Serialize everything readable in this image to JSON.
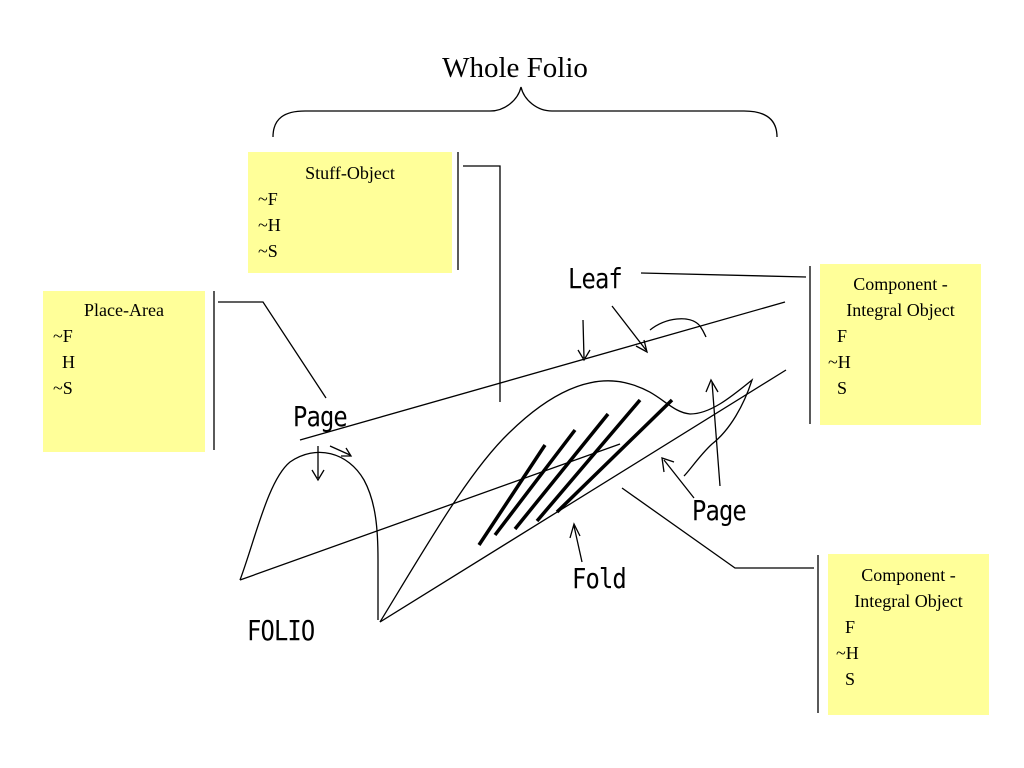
{
  "title": "Whole Folio",
  "boxes": {
    "stuff_object": {
      "heading": "Stuff-Object",
      "lines": [
        "~F",
        "~H",
        "~S"
      ]
    },
    "place_area": {
      "heading": "Place-Area",
      "lines": [
        "~F",
        "  H",
        "~S"
      ]
    },
    "component_leaf": {
      "heading_lines": [
        "Component -",
        "Integral Object"
      ],
      "lines": [
        "  F",
        "~H",
        "  S"
      ]
    },
    "component_page": {
      "heading_lines": [
        "Component -",
        "Integral Object"
      ],
      "lines": [
        "  F",
        "~H",
        "  S"
      ]
    }
  },
  "labels": {
    "leaf": "Leaf",
    "page_left": "Page",
    "page_right": "Page",
    "fold": "Fold",
    "folio": "FOLIO"
  },
  "colors": {
    "box_fill": "#ffff99",
    "line": "#000000"
  }
}
